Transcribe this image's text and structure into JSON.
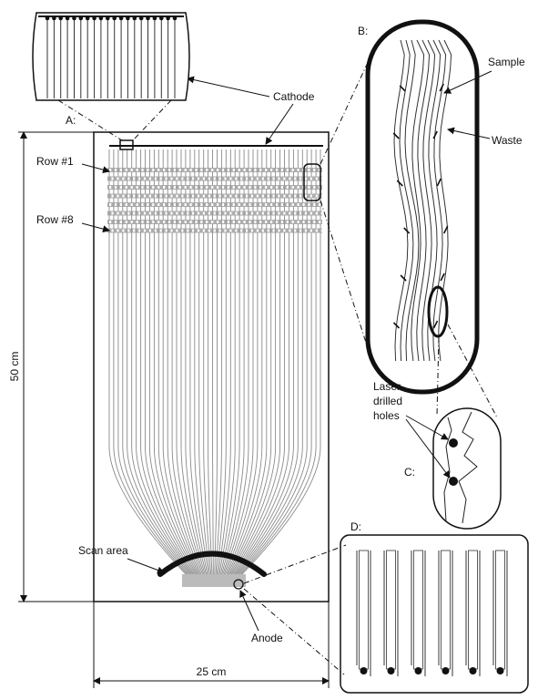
{
  "labels": {
    "panel_a": "A:",
    "panel_b": "B:",
    "panel_c": "C:",
    "panel_d": "D:",
    "cathode": "Cathode",
    "row_1": "Row #1",
    "row_8": "Row #8",
    "sample": "Sample",
    "waste": "Waste",
    "laser_line1": "Laser-",
    "laser_line2": "drilled",
    "laser_line3": "holes",
    "scan_area": "Scan area",
    "anode": "Anode",
    "height": "50 cm",
    "width": "25 cm"
  },
  "structure": {
    "channel_count": 48,
    "zoom_a_channels": 20,
    "zoom_b_channels": 9,
    "zoom_d_channels": 12,
    "matrix_rows": 8
  },
  "colors": {
    "ink": "#111111",
    "channel": "#8a8a8a",
    "matrix": "#9a9a9a"
  }
}
